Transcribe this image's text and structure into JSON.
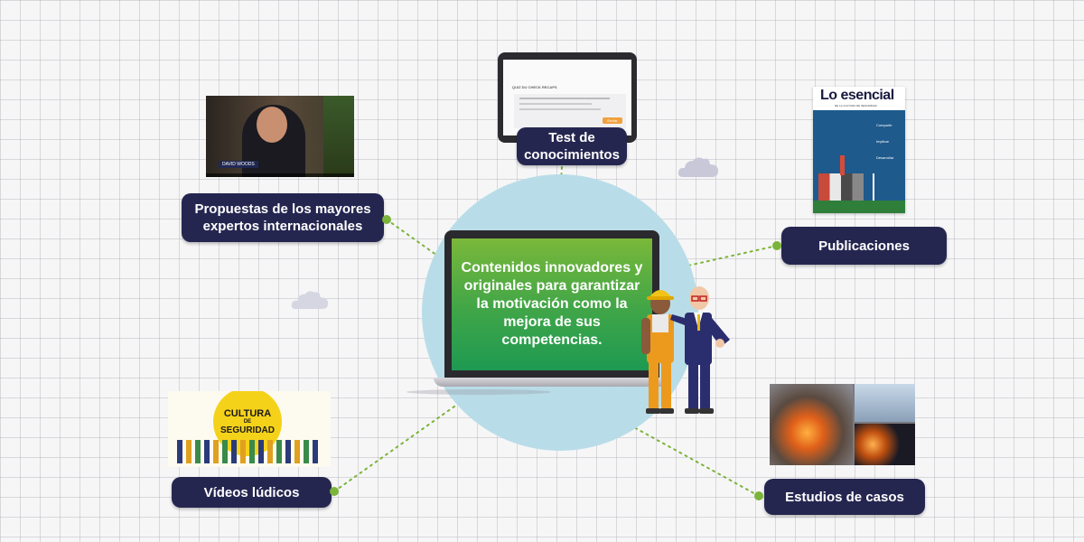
{
  "center": {
    "text": "Contenidos innovadores y originales para garantizar la motivación como la mejora de sus competencias."
  },
  "nodes": {
    "test": "Test de conocimientos",
    "experts": "Propuestas de los mayores expertos internacionales",
    "publications": "Publicaciones",
    "videos": "Vídeos lúdicos",
    "cases": "Estudios de casos"
  },
  "video_thumbnail": {
    "caption": "DAVID WOODS"
  },
  "test_preview": {
    "header": "QUIZ DU CHECK RECAPS",
    "button": "Enviar"
  },
  "book": {
    "title": "Lo esencial",
    "subtitle": "DE LA CULTURA DE SEGURIDAD",
    "toc": [
      "Compartir",
      "Implicar",
      "Desarrollar"
    ]
  },
  "cultura": {
    "line1": "CULTURA",
    "line2": "DE",
    "line3": "SEGURIDAD"
  },
  "colors": {
    "label_bg": "#252650",
    "connector": "#7bb43a",
    "circle": "#b9dde8",
    "screen_top": "#7ab83a",
    "screen_bottom": "#1e9a52"
  }
}
